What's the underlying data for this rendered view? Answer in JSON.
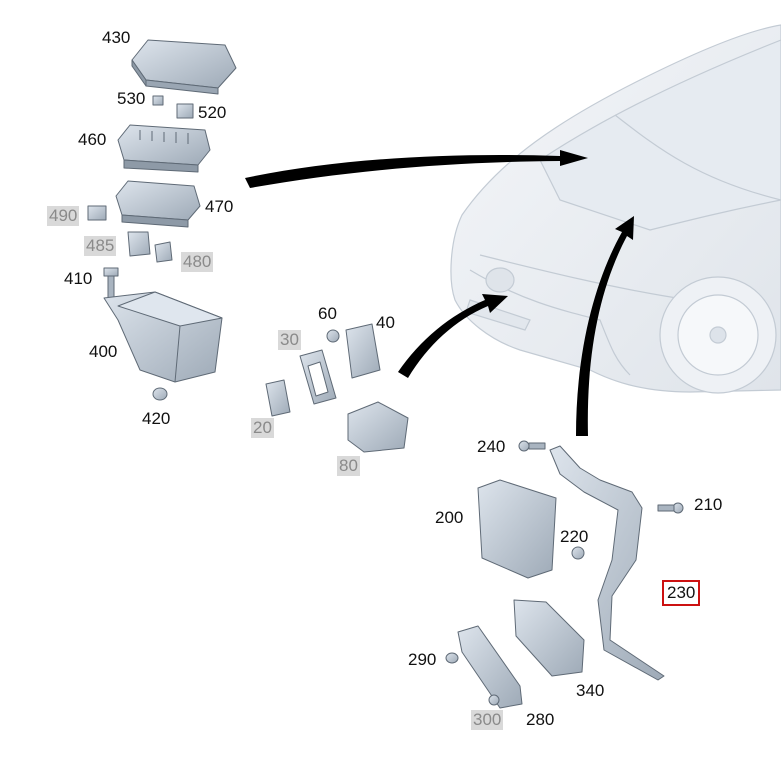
{
  "labels": {
    "p430": "430",
    "p530": "530",
    "p520": "520",
    "p460": "460",
    "p470": "470",
    "p490": "490",
    "p485": "485",
    "p480": "480",
    "p410": "410",
    "p400": "400",
    "p420": "420",
    "p60": "60",
    "p40": "40",
    "p30": "30",
    "p20": "20",
    "p80": "80",
    "p240": "240",
    "p210": "210",
    "p200": "200",
    "p220": "220",
    "p230": "230",
    "p290": "290",
    "p340": "340",
    "p300": "300",
    "p280": "280"
  },
  "colors": {
    "part_fill": "#c9d2dc",
    "part_stroke": "#5f6a76",
    "car_fill": "#eef1f5",
    "car_stroke": "#c3cbd4",
    "arrow": "#000000",
    "highlight": "#cc1111",
    "gray_label_bg": "#d9d9d9"
  }
}
